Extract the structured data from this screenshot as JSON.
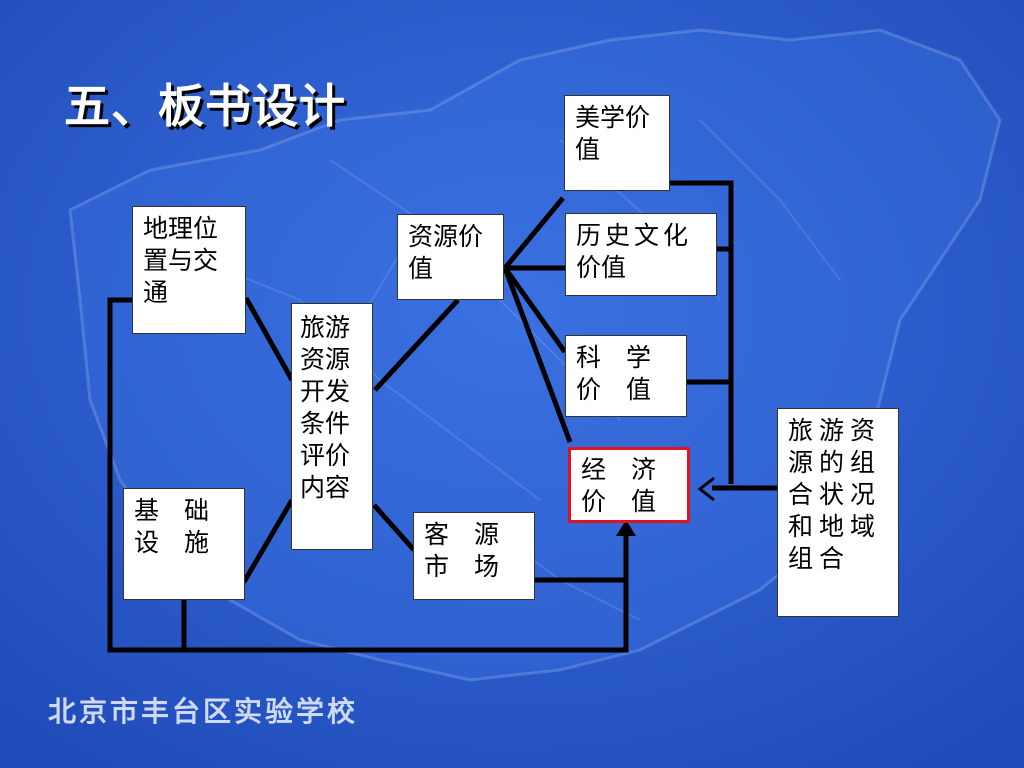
{
  "slide": {
    "title": "五、板书设计",
    "footer": "北京市丰台区实验学校",
    "background_color": "#2a5bd0",
    "highlight_color": "#e0141e"
  },
  "diagram": {
    "nodes": {
      "geo": [
        "地理位",
        "置与交",
        "通"
      ],
      "infra": [
        "基　础",
        "设　施"
      ],
      "eval": [
        "旅游",
        "资源",
        "开发",
        "条件",
        "评价",
        "内容"
      ],
      "resource_value": [
        "资源价",
        "值"
      ],
      "market": [
        "客　源",
        "市　场"
      ],
      "aesthetic": [
        "美学价",
        "值"
      ],
      "history": [
        "历史文化",
        "价值"
      ],
      "science": [
        "科　学",
        "价　值"
      ],
      "economic": [
        "经　济",
        "价　值"
      ],
      "status": [
        "旅游资",
        "源的组",
        "合状况",
        "和地域",
        "组合"
      ]
    }
  }
}
